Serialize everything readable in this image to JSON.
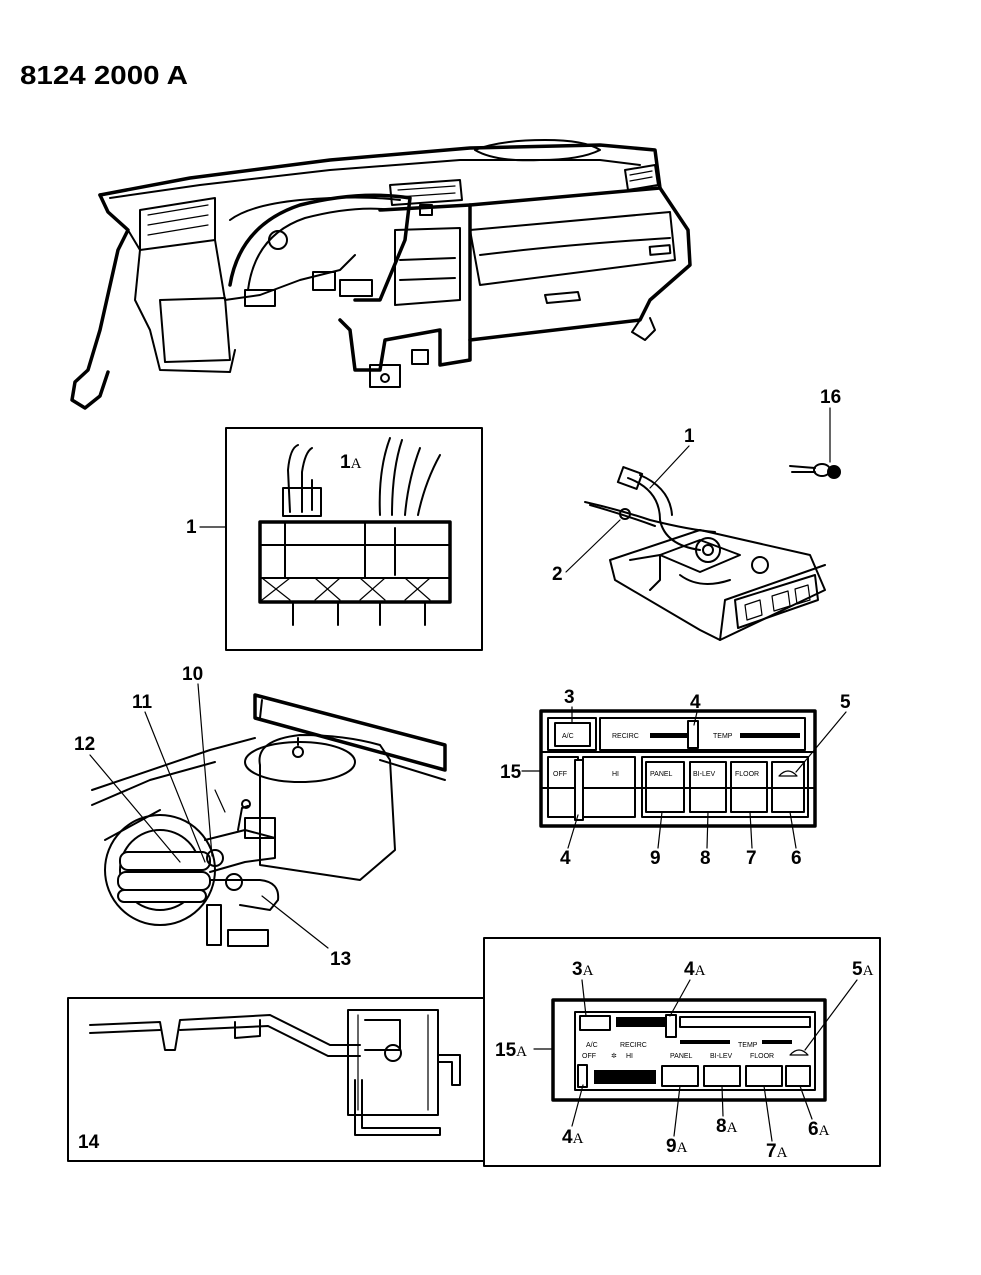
{
  "header": {
    "code": "8124 2000 A"
  },
  "callouts": {
    "c1": "1",
    "c1a": "1",
    "c1a_suffix": "A",
    "c2": "1",
    "c3": "2",
    "c16": "16",
    "c10": "10",
    "c11": "11",
    "c12": "12",
    "c13": "13",
    "c14": "14",
    "p3": "3",
    "p4top": "4",
    "p5": "5",
    "p15": "15",
    "p4bot": "4",
    "p9": "9",
    "p8": "8",
    "p7": "7",
    "p6": "6",
    "b3": "3",
    "b4top": "4",
    "b5": "5",
    "b15": "15",
    "b4bot": "4",
    "b9": "9",
    "b8": "8",
    "b7": "7",
    "b6": "6",
    "a_suffix": "A"
  },
  "panel_labels": {
    "ac": "A/C",
    "recirc": "RECIRC",
    "temp": "TEMP",
    "off": "OFF",
    "hi": "HI",
    "panel": "PANEL",
    "bilev": "BI-LEV",
    "floor": "FLOOR"
  },
  "panel2_labels": {
    "ac": "A/C",
    "recirc": "RECIRC",
    "temp": "TEMP",
    "off": "OFF",
    "hi": "HI",
    "panel": "PANEL",
    "bilev": "BI-LEV",
    "floor": "FLOOR"
  },
  "colors": {
    "ink": "#000000",
    "paper": "#ffffff"
  },
  "icons": [
    "defrost-icon",
    "fan-icon"
  ]
}
